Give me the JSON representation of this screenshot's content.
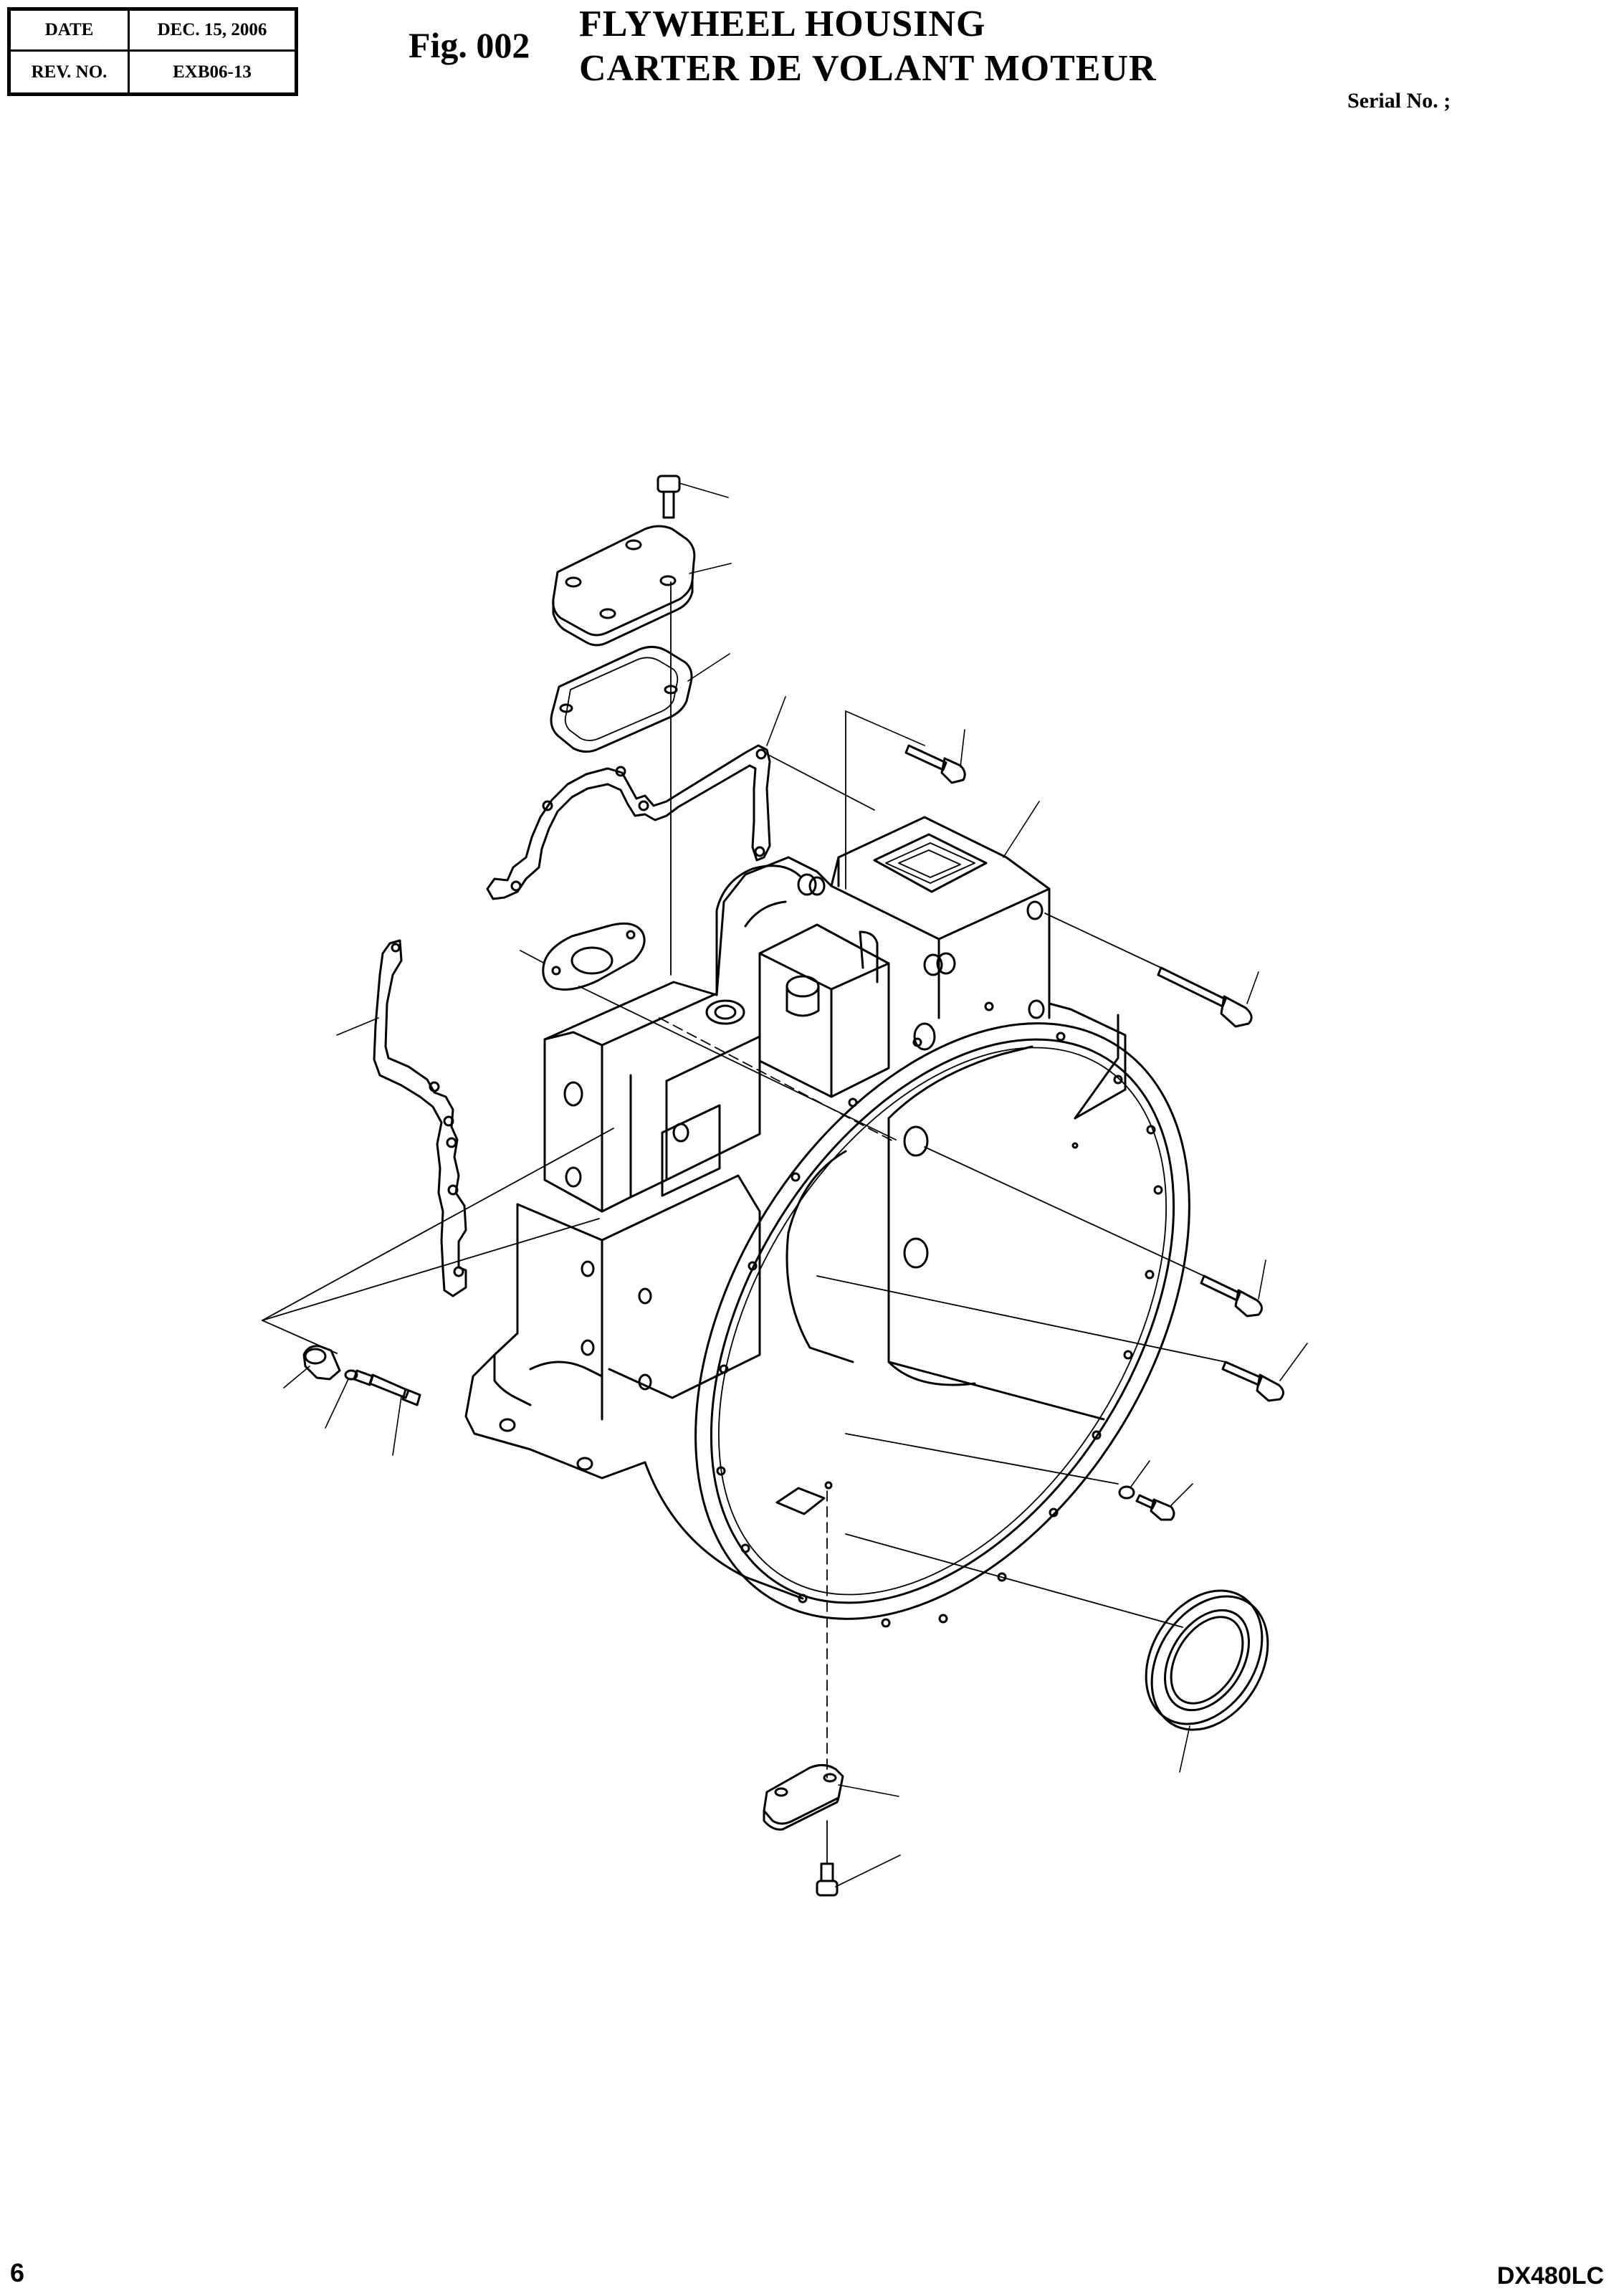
{
  "header": {
    "date_label": "DATE",
    "date_value": "DEC. 15, 2006",
    "rev_label": "REV. NO.",
    "rev_value": "EXB06-13",
    "fig_label": "Fig. 002",
    "title_en": "FLYWHEEL HOUSING",
    "title_fr": "CARTER DE VOLANT MOTEUR",
    "serial": "Serial No. ;"
  },
  "footer": {
    "page_number": "6",
    "model": "DX480LC"
  }
}
